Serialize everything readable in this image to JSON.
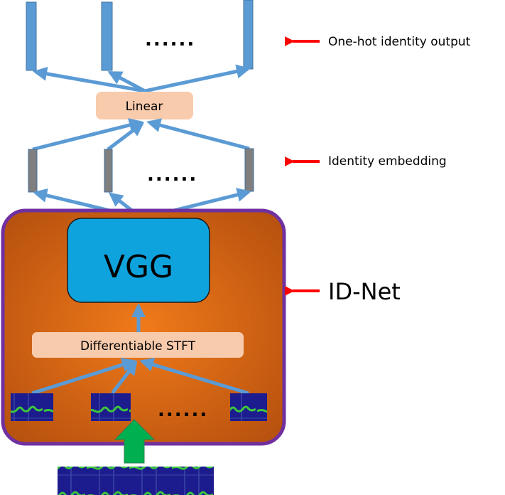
{
  "labels": {
    "onehot": "One-hot identity output",
    "embedding": "Identity embedding",
    "idnet": "ID-Net"
  },
  "blocks": {
    "linear": "Linear",
    "vgg": "VGG",
    "stft": "Differentiable STFT"
  },
  "ellipsis": "......",
  "colors": {
    "output_bar": "#5B9BD5",
    "embedding_bar": "#7F7F7F",
    "arrow": "#5B9BD5",
    "block_fill": "#F8CBAD",
    "vgg_fill": "#0FA3DE",
    "idnet_border": "#7030A0",
    "idnet_fill": "#E46C1A",
    "pointer_arrow": "#FF0000",
    "input_arrow": "#00B050",
    "spectrogram": "#1A1A8C"
  }
}
